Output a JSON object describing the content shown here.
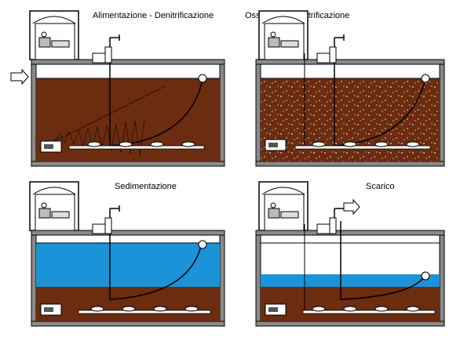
{
  "panels": [
    {
      "title": "Alimentazione - Denitrificazione"
    },
    {
      "title": "Ossidazione - Nitrificazione"
    },
    {
      "title": "Sedimentazione"
    },
    {
      "title": "Scarico"
    }
  ],
  "colors": {
    "sludge": "#6b2c10",
    "water": "#1a93d8",
    "tank_wall": "#8a8a8a",
    "outline": "#000000",
    "aeration_bubbles": "#f2e6a8"
  },
  "icons": [
    "inflow-arrow-icon",
    "outflow-arrow-icon",
    "pump-icon",
    "blower-icon",
    "diffuser-icon",
    "float-switch-icon"
  ]
}
